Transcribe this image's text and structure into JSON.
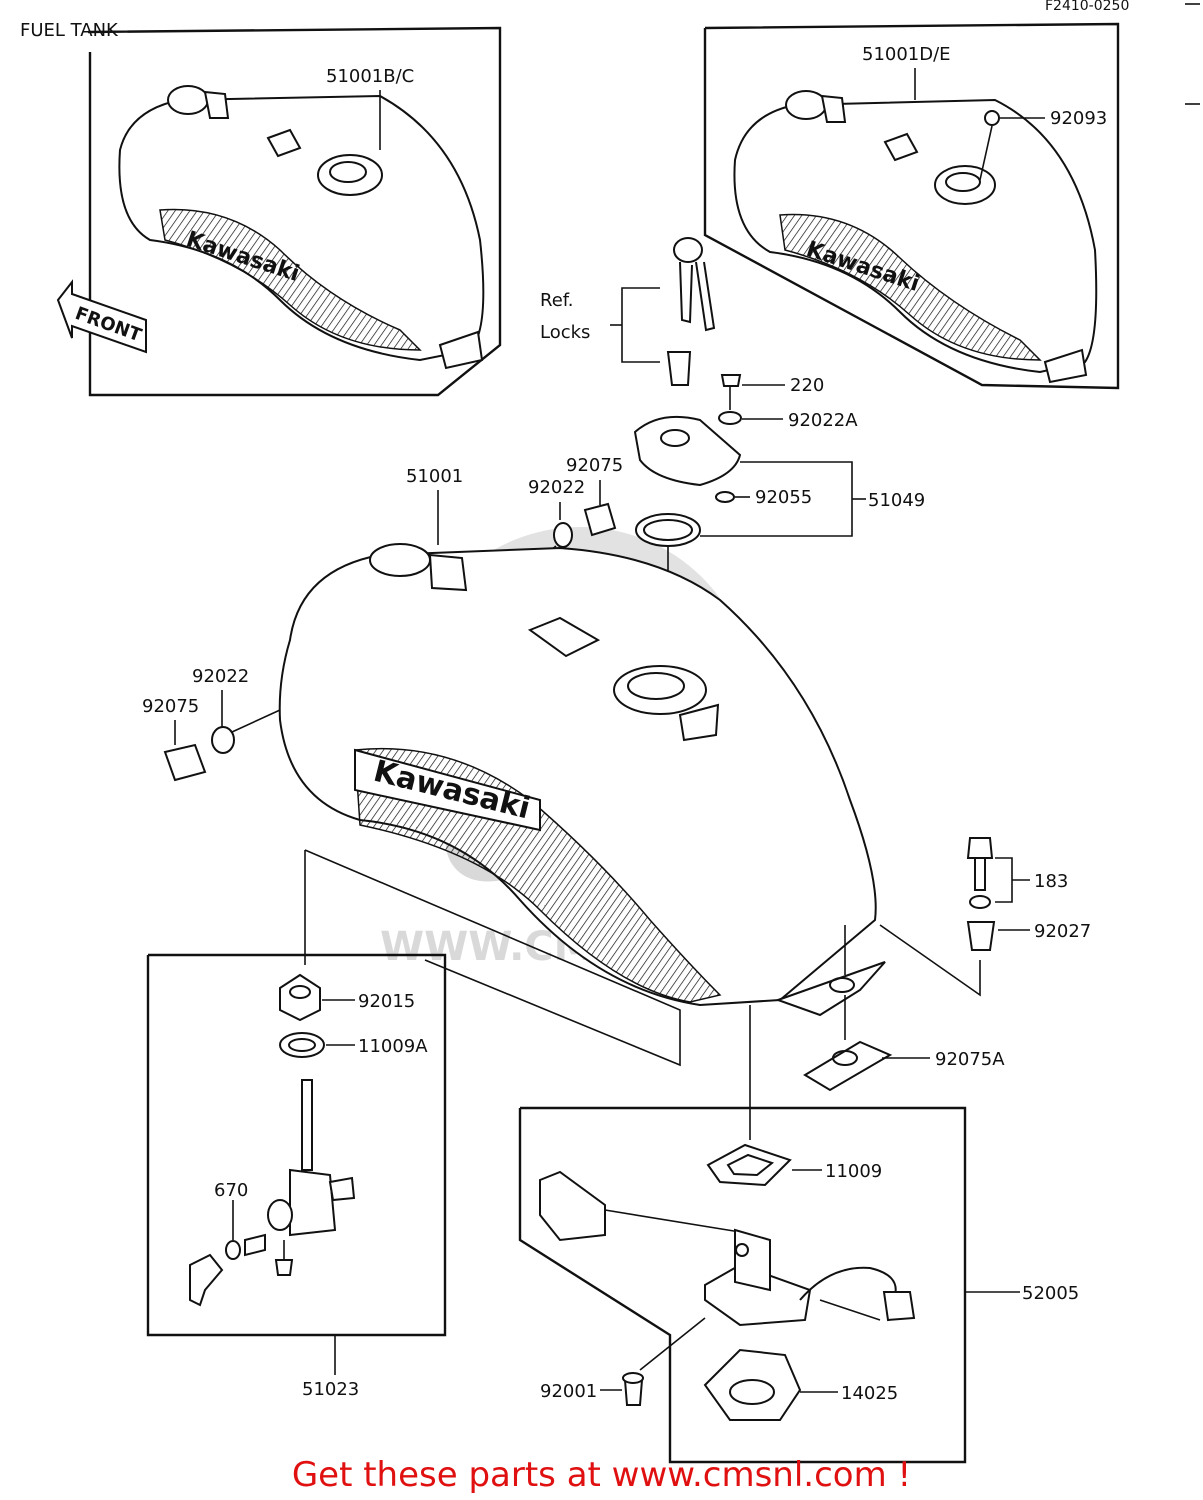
{
  "title": "FUEL TANK",
  "diagram_code": "F2410-0250",
  "watermark": {
    "logo": "CMS",
    "url": "WWW.CMSNL.COM"
  },
  "decals": {
    "brand": "Kawasaki",
    "arrow": "FRONT"
  },
  "ref_locks": {
    "line1": "Ref.",
    "line2": "Locks"
  },
  "parts": {
    "p51001BC": "51001B/C",
    "p51001DE": "51001D/E",
    "p92093": "92093",
    "p220": "220",
    "p92022A": "92022A",
    "p51001": "51001",
    "p92075_top": "92075",
    "p92022_top": "92022",
    "p92055": "92055",
    "p51049": "51049",
    "p92022_left": "92022",
    "p92075_left": "92075",
    "p183": "183",
    "p92027": "92027",
    "p92015": "92015",
    "p11009A": "11009A",
    "p92075A": "92075A",
    "p11009": "11009",
    "p670": "670",
    "p52005": "52005",
    "p92001": "92001",
    "p14025": "14025",
    "p51023": "51023"
  },
  "footer": "Get these parts at www.cmsnl.com !"
}
